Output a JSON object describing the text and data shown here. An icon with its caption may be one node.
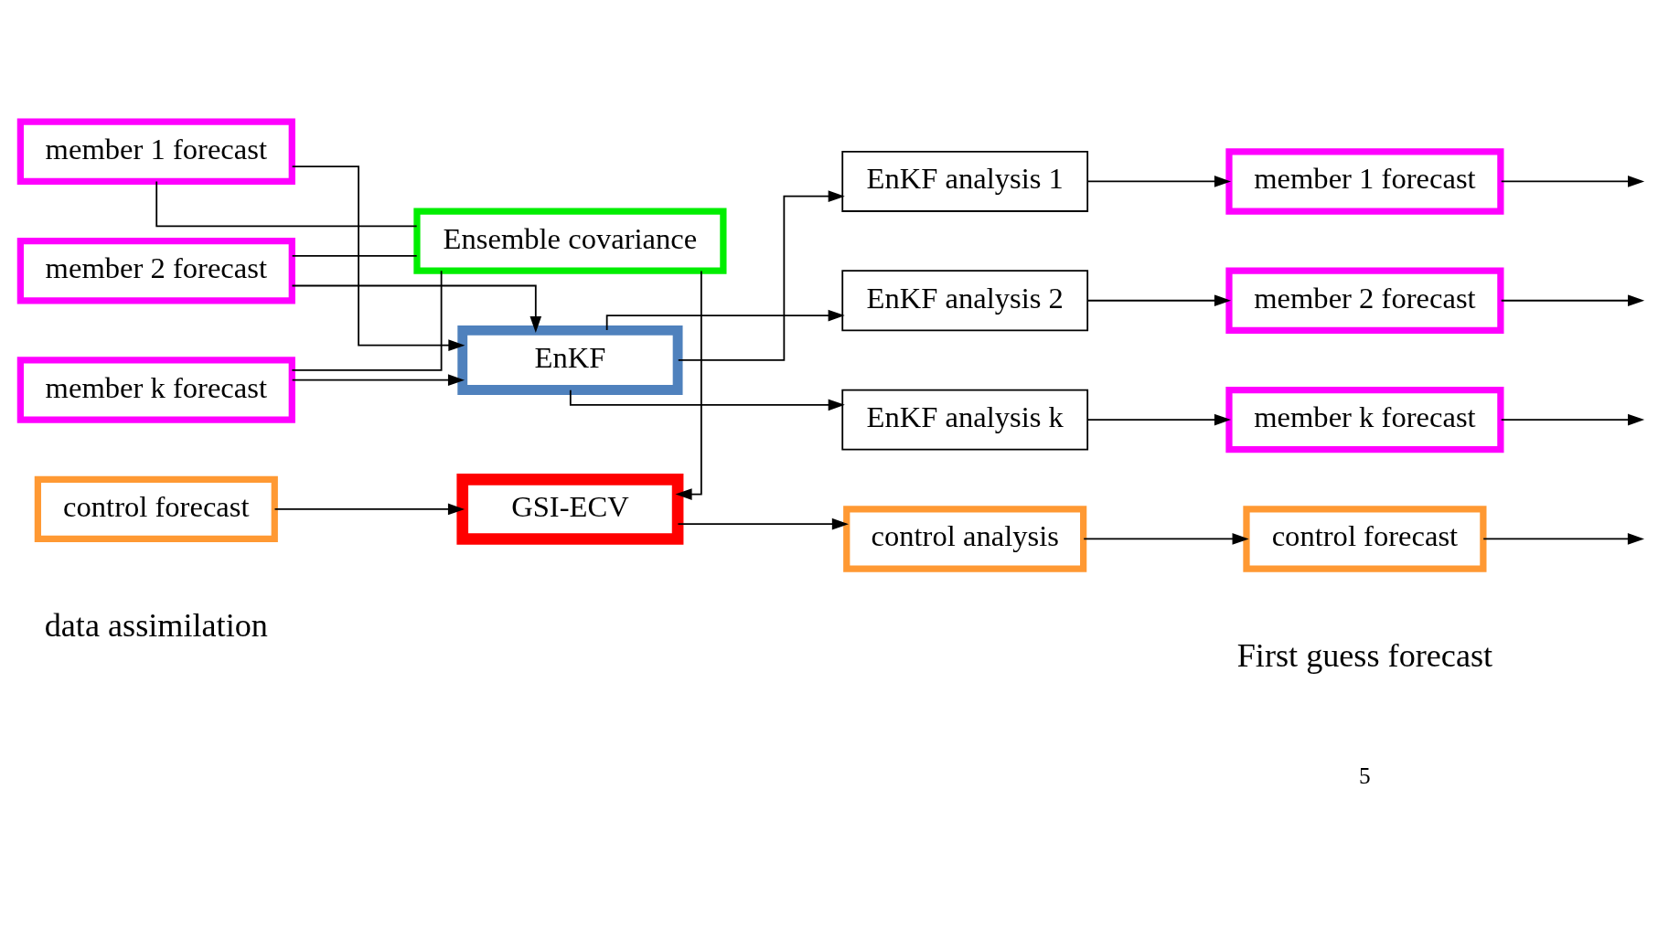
{
  "diagram": {
    "nodes": [
      {
        "text": [
          "member 1 forecast"
        ]
      },
      {
        "text": [
          "member 2 forecast"
        ]
      },
      {
        "text": [
          "member k forecast"
        ]
      },
      {
        "text": [
          "control forecast"
        ]
      },
      {
        "text": [
          "EnKF"
        ]
      },
      {
        "text": [
          "Ensemble covariance"
        ]
      },
      {
        "text": [
          "GSI-ECV"
        ]
      },
      {
        "text": [
          "EnKF analysis 1"
        ]
      },
      {
        "text": [
          "EnKF analysis 2"
        ]
      },
      {
        "text": [
          "EnKF analysis k"
        ]
      },
      {
        "text": [
          "control analysis"
        ]
      },
      {
        "text": [
          "member 1 forecast"
        ]
      },
      {
        "text": [
          "member 2 forecast"
        ]
      },
      {
        "text": [
          "member k forecast"
        ]
      },
      {
        "text": [
          "control forecast"
        ]
      }
    ],
    "edges": [
      {
        "from": 0,
        "to": 4,
        "arrow": "to"
      },
      {
        "from": 1,
        "to": 4,
        "arrow": "to"
      },
      {
        "from": 2,
        "to": 4,
        "arrow": "to"
      },
      {
        "from": 0,
        "to": 5,
        "arrow": "none"
      },
      {
        "from": 1,
        "to": 5,
        "arrow": "none"
      },
      {
        "from": 2,
        "to": 5,
        "arrow": "none"
      },
      {
        "from": 5,
        "to": 6,
        "arrow": "to"
      },
      {
        "from": 3,
        "to": 6,
        "arrow": "to"
      },
      {
        "from": 6,
        "to": 10,
        "arrow": "to"
      },
      {
        "from": 4,
        "to": 7,
        "arrow": "to"
      },
      {
        "from": 4,
        "to": 8,
        "arrow": "to"
      },
      {
        "from": 4,
        "to": 9,
        "arrow": "to"
      },
      {
        "from": 7,
        "to": 11,
        "arrow": "to"
      },
      {
        "from": 8,
        "to": 12,
        "arrow": "to"
      },
      {
        "from": 9,
        "to": 13,
        "arrow": "to"
      },
      {
        "from": 10,
        "to": 14,
        "arrow": "to"
      },
      {
        "from": 11,
        "to": null,
        "arrow": "to"
      },
      {
        "from": 12,
        "to": null,
        "arrow": "to"
      },
      {
        "from": 13,
        "to": null,
        "arrow": "to"
      },
      {
        "from": 14,
        "to": null,
        "arrow": "to"
      }
    ],
    "labels": [
      "data assimilation",
      "First guess forecast",
      "5"
    ]
  }
}
